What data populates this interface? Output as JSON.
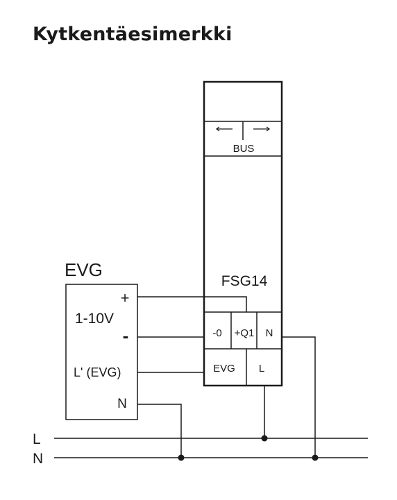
{
  "title": "Kytkentäesimerkki",
  "device": {
    "name": "FSG14",
    "bus_label": "BUS",
    "terminals": {
      "minus0": "-0",
      "plusq1": "+Q1",
      "n": "N",
      "evg": "EVG",
      "l": "L"
    }
  },
  "ballast": {
    "name": "EVG",
    "plus": "+",
    "voltage": "1-10V",
    "minus": "-",
    "l_evg": "L' (EVG)",
    "n": "N"
  },
  "mains": {
    "l": "L",
    "n": "N"
  }
}
